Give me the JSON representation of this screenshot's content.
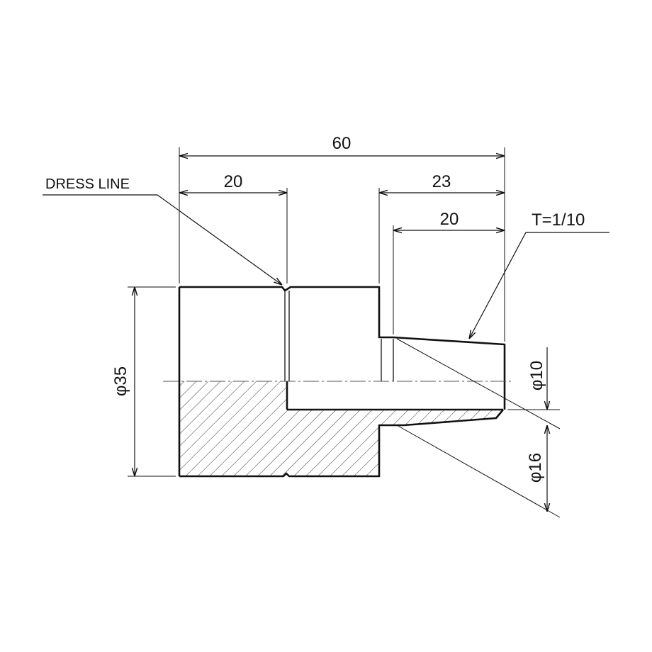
{
  "drawing": {
    "overall_length": "60",
    "collar_length": "20",
    "nose_length": "23",
    "taper_length": "20",
    "dress_line_label": "DRESS LINE",
    "taper_label": "T=1/10",
    "dia_body": "φ35",
    "dia_tip": "φ10",
    "dia_shoulder": "φ16"
  }
}
